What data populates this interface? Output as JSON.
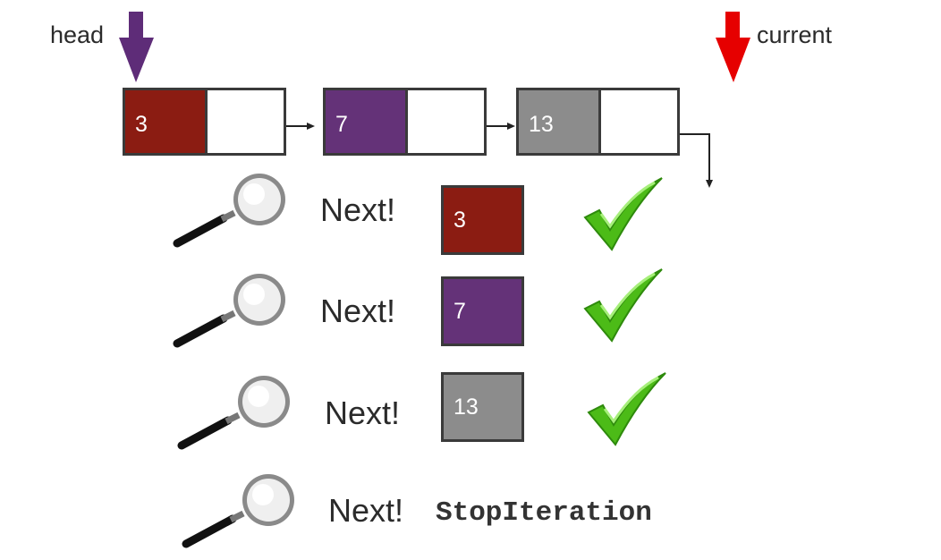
{
  "labels": {
    "head": "head",
    "current": "current"
  },
  "list_nodes": [
    {
      "value": "3",
      "color": "#8b1c12"
    },
    {
      "value": "7",
      "color": "#643278"
    },
    {
      "value": "13",
      "color": "#8c8c8c"
    }
  ],
  "steps": [
    {
      "action": "Next!",
      "result": "3",
      "color": "#8b1c12"
    },
    {
      "action": "Next!",
      "result": "7",
      "color": "#643278"
    },
    {
      "action": "Next!",
      "result": "13",
      "color": "#8c8c8c"
    },
    {
      "action": "Next!",
      "result": "StopIteration"
    }
  ],
  "colors": {
    "head_arrow": "#5e2c78",
    "current_arrow": "#e60000",
    "check": "#4cbb17"
  },
  "icons": {
    "step": "magnifying-glass-icon",
    "success": "checkmark-icon"
  }
}
